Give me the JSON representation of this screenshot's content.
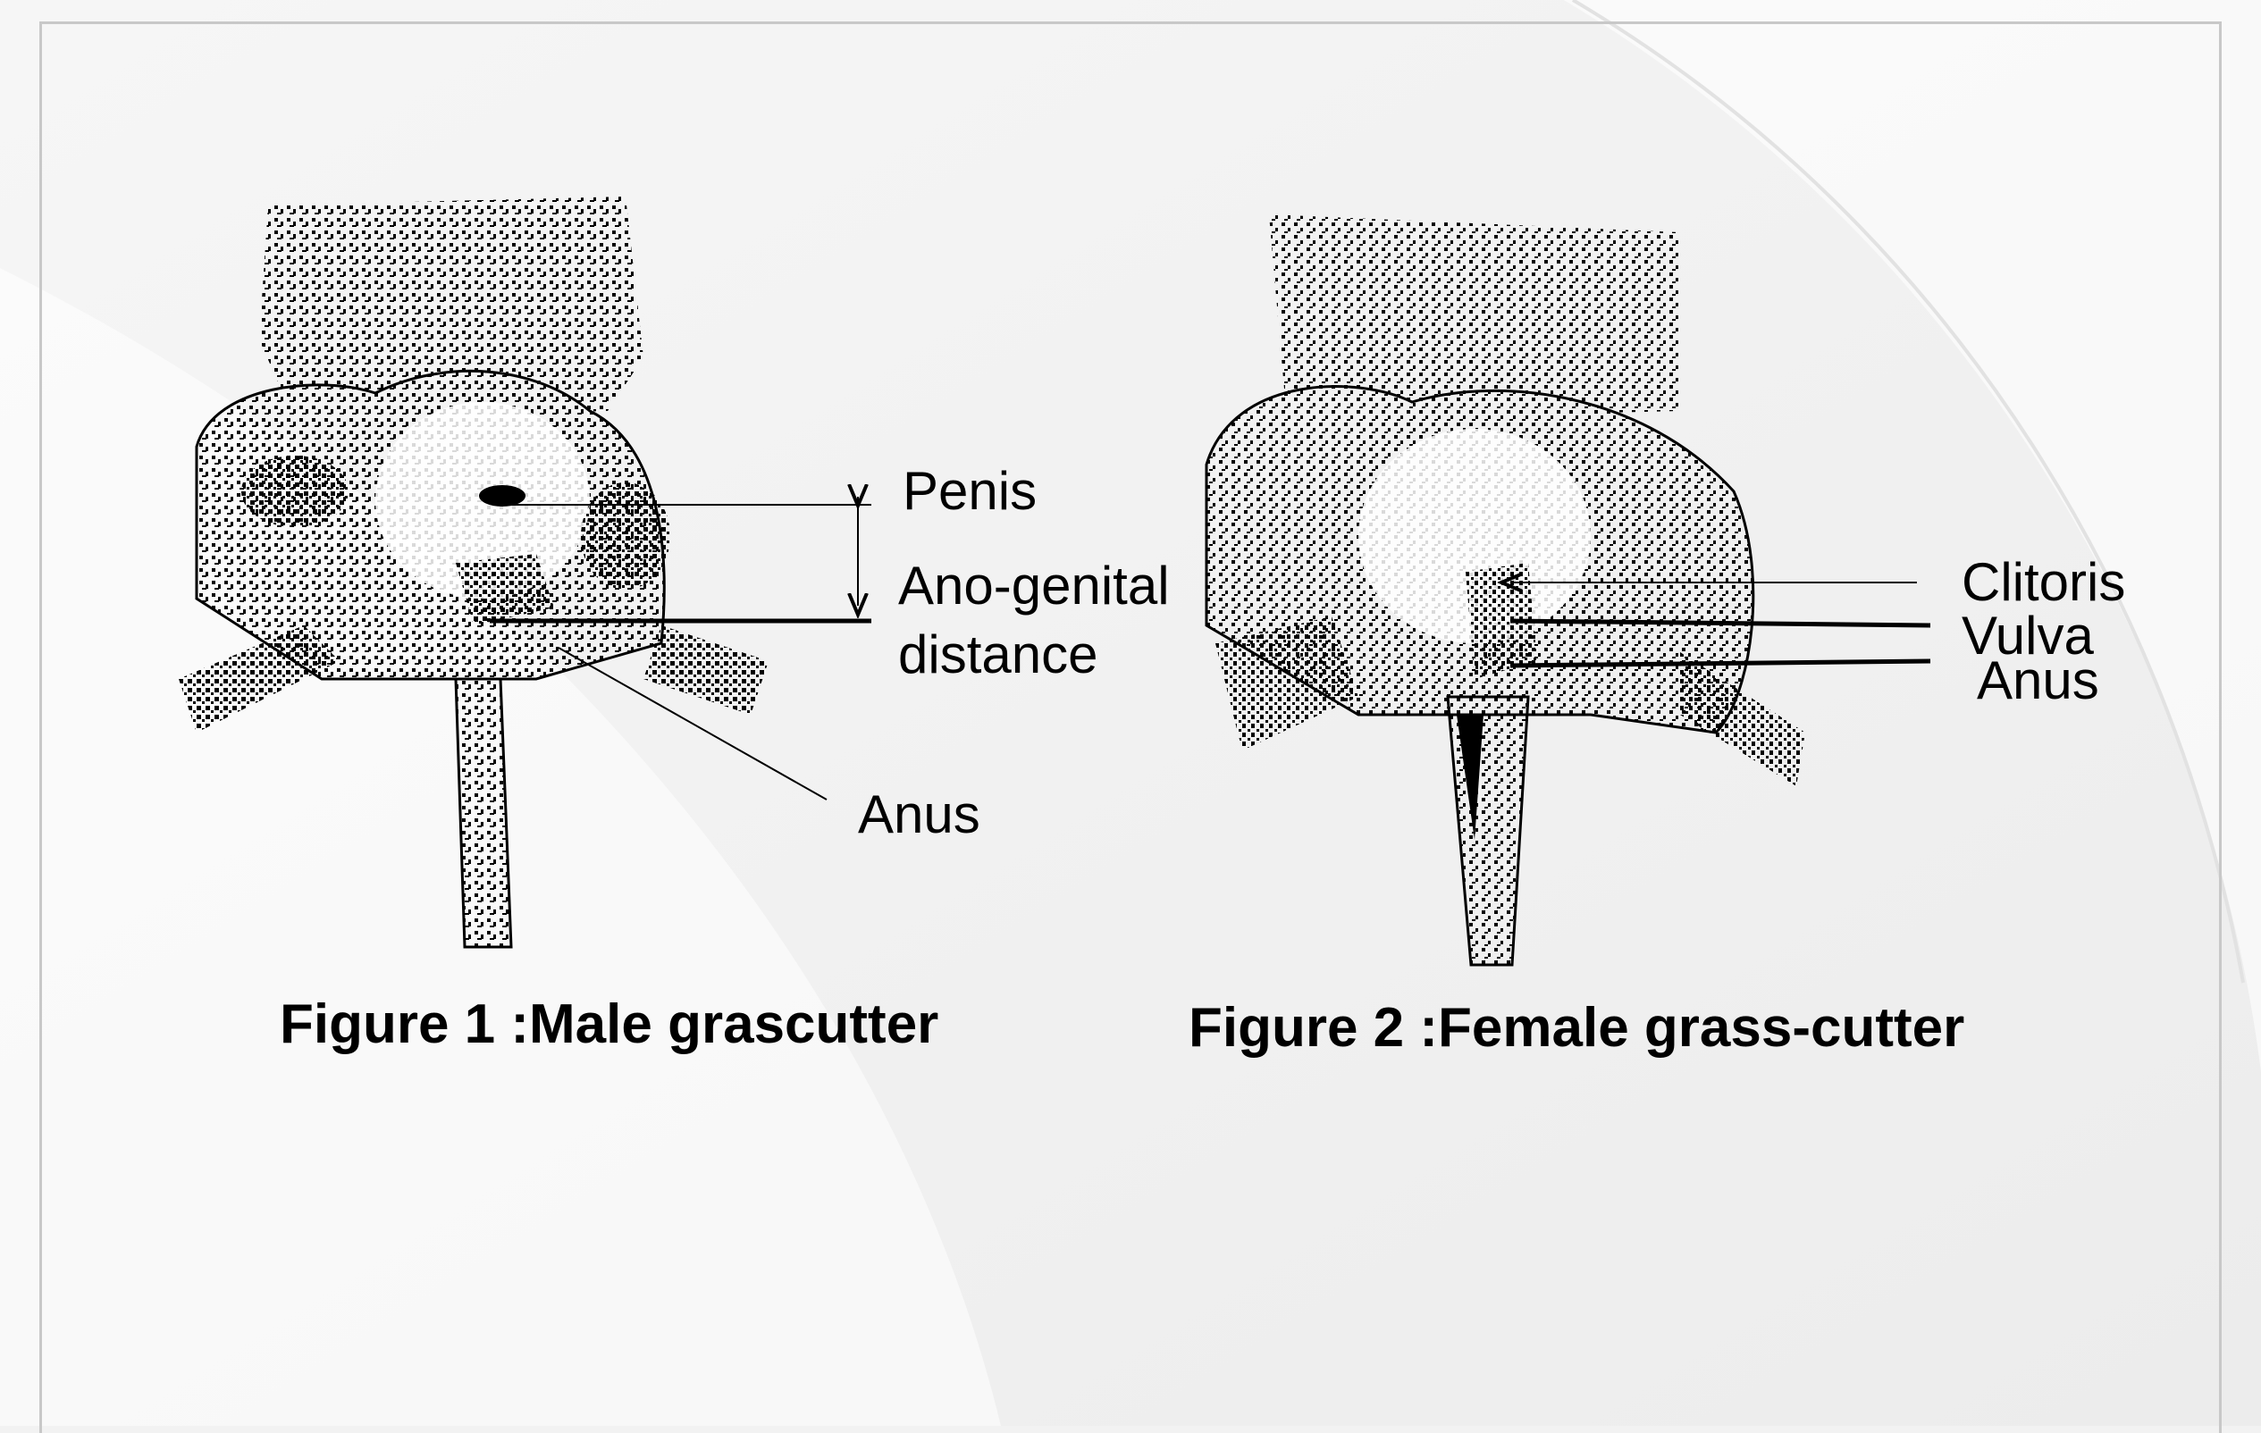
{
  "figure1": {
    "caption": "Figure 1 :Male grascutter",
    "labels": {
      "penis": "Penis",
      "ano_genital_line1": "Ano-genital",
      "ano_genital_line2": "distance",
      "anus": "Anus"
    }
  },
  "figure2": {
    "caption": "Figure 2 :Female grass-cutter",
    "labels": {
      "clitoris": "Clitoris",
      "vulva": "Vulva",
      "anus": "Anus"
    }
  }
}
